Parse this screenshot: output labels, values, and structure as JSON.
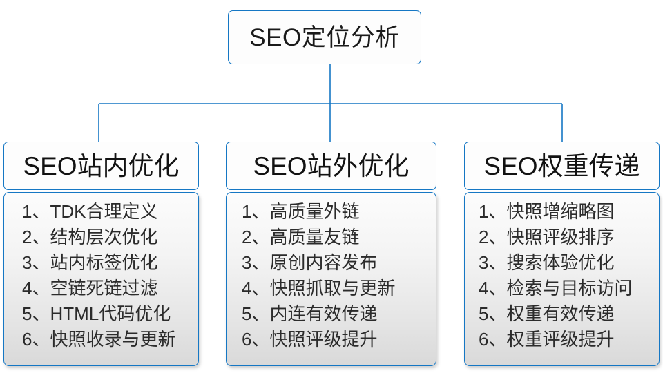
{
  "diagram": {
    "type": "org-chart-tree",
    "accent_color": "#1577c4",
    "root": {
      "label": "SEO定位分析"
    },
    "branches": [
      {
        "header": "SEO站内优化",
        "items": [
          "1、TDK合理定义",
          "2、结构层次优化",
          "3、站内标签优化",
          "4、空链死链过滤",
          "5、HTML代码优化",
          "6、快照收录与更新"
        ]
      },
      {
        "header": "SEO站外优化",
        "items": [
          "1、高质量外链",
          "2、高质量友链",
          "3、原创内容发布",
          "4、快照抓取与更新",
          "5、内连有效传递",
          "6、快照评级提升"
        ]
      },
      {
        "header": "SEO权重传递",
        "items": [
          "1、快照增缩略图",
          "2、快照评级排序",
          "3、搜索体验优化",
          "4、检索与目标访问",
          "5、权重有效传递",
          "6、权重评级提升"
        ]
      }
    ]
  }
}
